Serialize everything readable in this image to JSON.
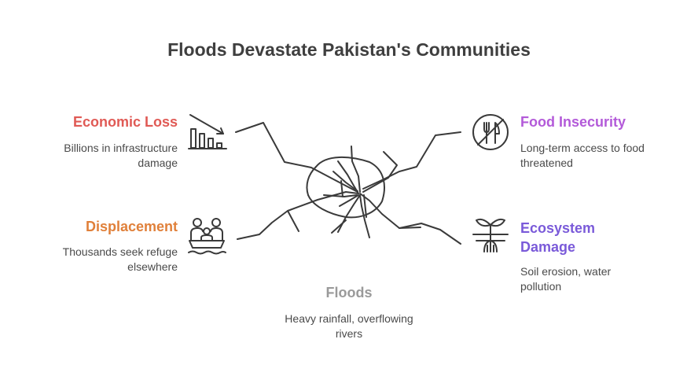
{
  "title": "Floods Devastate Pakistan's Communities",
  "center": {
    "label": "Floods",
    "description": "Heavy rainfall, overflowing rivers",
    "color": "#9a9a9a"
  },
  "items": [
    {
      "id": "economic-loss",
      "label": "Economic Loss",
      "description": "Billions in infrastructure damage",
      "color": "#e05a55",
      "icon": "declining-bar-chart-icon"
    },
    {
      "id": "displacement",
      "label": "Displacement",
      "description": "Thousands seek refuge elsewhere",
      "color": "#e0803a",
      "icon": "people-in-boat-icon"
    },
    {
      "id": "food-insecurity",
      "label": "Food Insecurity",
      "description": "Long-term access to food threatened",
      "color": "#b35ad9",
      "icon": "no-food-icon"
    },
    {
      "id": "ecosystem-damage",
      "label": "Ecosystem Damage",
      "description": "Soil erosion, water pollution",
      "color": "#7a5ad9",
      "icon": "sprout-roots-icon"
    }
  ]
}
